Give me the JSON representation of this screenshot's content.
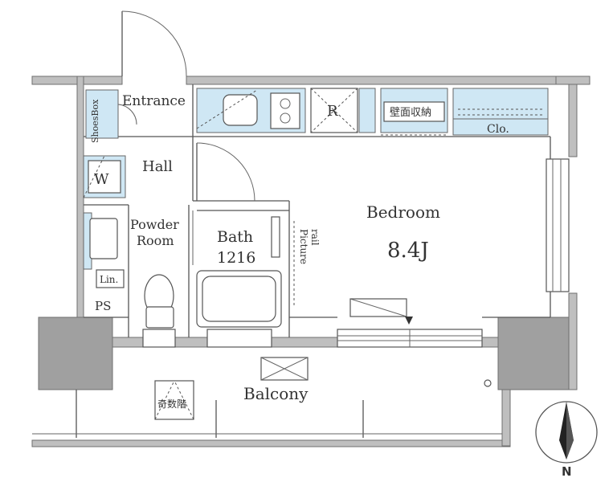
{
  "rooms": {
    "entrance": "Entrance",
    "shoes_box": "ShoesBox",
    "hall": "Hall",
    "washer": "W",
    "powder_room": "Powder Room",
    "linen": "Lin.",
    "ps": "PS",
    "bath": "Bath",
    "bath_size": "1216",
    "bedroom": "Bedroom",
    "bedroom_size": "8.4J",
    "picture_rail": "Picture rail",
    "wall_storage": "壁面収納",
    "closet": "Clo.",
    "refrigerator": "R",
    "balcony": "Balcony",
    "emergency_ladder": "奇数階"
  },
  "compass": {
    "north_label": "N"
  },
  "colors": {
    "wall": "#bfbfbf",
    "column": "#a0a0a0",
    "storage_fill": "#cfe7f4",
    "line": "#555555"
  }
}
